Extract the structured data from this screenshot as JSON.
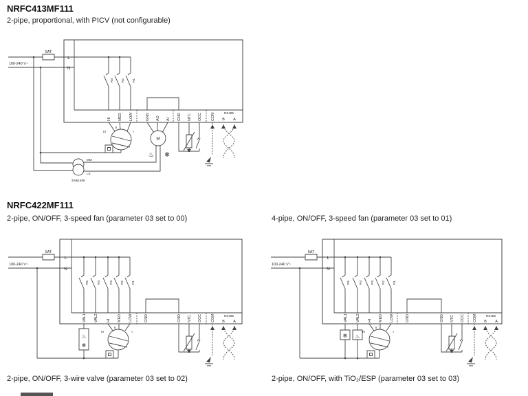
{
  "colors": {
    "line": "#424242",
    "text": "#1f1f1f"
  },
  "section1": {
    "title": "NRFC413MF111",
    "caption": "2-pipe, proportional, with PICV (not configurable)",
    "diagram": {
      "supply_label": "100-240 V~",
      "fuse_label": "5AT",
      "terminal_l": "L",
      "terminal_n": "N",
      "relays": [
        "R3",
        "R2",
        "R1"
      ],
      "terminals": [
        "HI",
        "MED",
        "LOW",
        "GND",
        "AO",
        "AI",
        "GND",
        "NTC",
        "OCC",
        "COM"
      ],
      "rs485": {
        "label": "RS485",
        "b": "B",
        "a": "A"
      },
      "fan_taps": [
        "III",
        "II",
        "I"
      ],
      "motor_label": "M",
      "heat_icon": "♨",
      "cool_icon": "❄",
      "transformer": {
        "standard": "EN61558",
        "out_top": "MM",
        "out_bottom": "LS"
      }
    }
  },
  "section2": {
    "title": "NRFC422MF111",
    "captions": {
      "top_left": "2-pipe, ON/OFF, 3-speed fan (parameter 03 set to 00)",
      "top_right": "4-pipe, ON/OFF, 3-speed fan (parameter 03 set to 01)",
      "bottom_left": "2-pipe, ON/OFF, 3-wire valve (parameter 03 set to 02)",
      "bottom_right": "2-pipe, ON/OFF, with TiO₂/ESP (parameter 03 set to 03)"
    },
    "diagram_left": {
      "supply_label": "100-240 V~",
      "fuse_label": "5AT",
      "terminal_l": "L",
      "terminal_n": "N",
      "relays": [
        "R5",
        "R4",
        "R3",
        "R2",
        "R1"
      ],
      "terminals": [
        "VAL1",
        "VAL2",
        "HI",
        "MED",
        "LOW",
        "GND",
        "GND",
        "NTC",
        "OCC",
        "COM"
      ],
      "rs485": {
        "label": "RS485",
        "b": "B",
        "a": "A"
      },
      "fan_taps": [
        "III",
        "II",
        "I"
      ],
      "valve_icons": {
        "heat": "♨",
        "cool": "❄"
      }
    },
    "diagram_right": {
      "supply_label": "100-240 V~",
      "fuse_label": "5AT",
      "terminal_l": "L",
      "terminal_n": "N",
      "relays": [
        "R5",
        "R4",
        "R3",
        "R2",
        "R1"
      ],
      "terminals": [
        "VAL1",
        "VAL2",
        "HI",
        "MED",
        "LOW",
        "GND",
        "GND",
        "NTC",
        "OCC",
        "COM"
      ],
      "rs485": {
        "label": "RS485",
        "b": "B",
        "a": "A"
      },
      "fan_taps": [
        "III",
        "II",
        "I"
      ],
      "valve_icons": {
        "cool": "❄",
        "heat": "♨"
      }
    }
  }
}
